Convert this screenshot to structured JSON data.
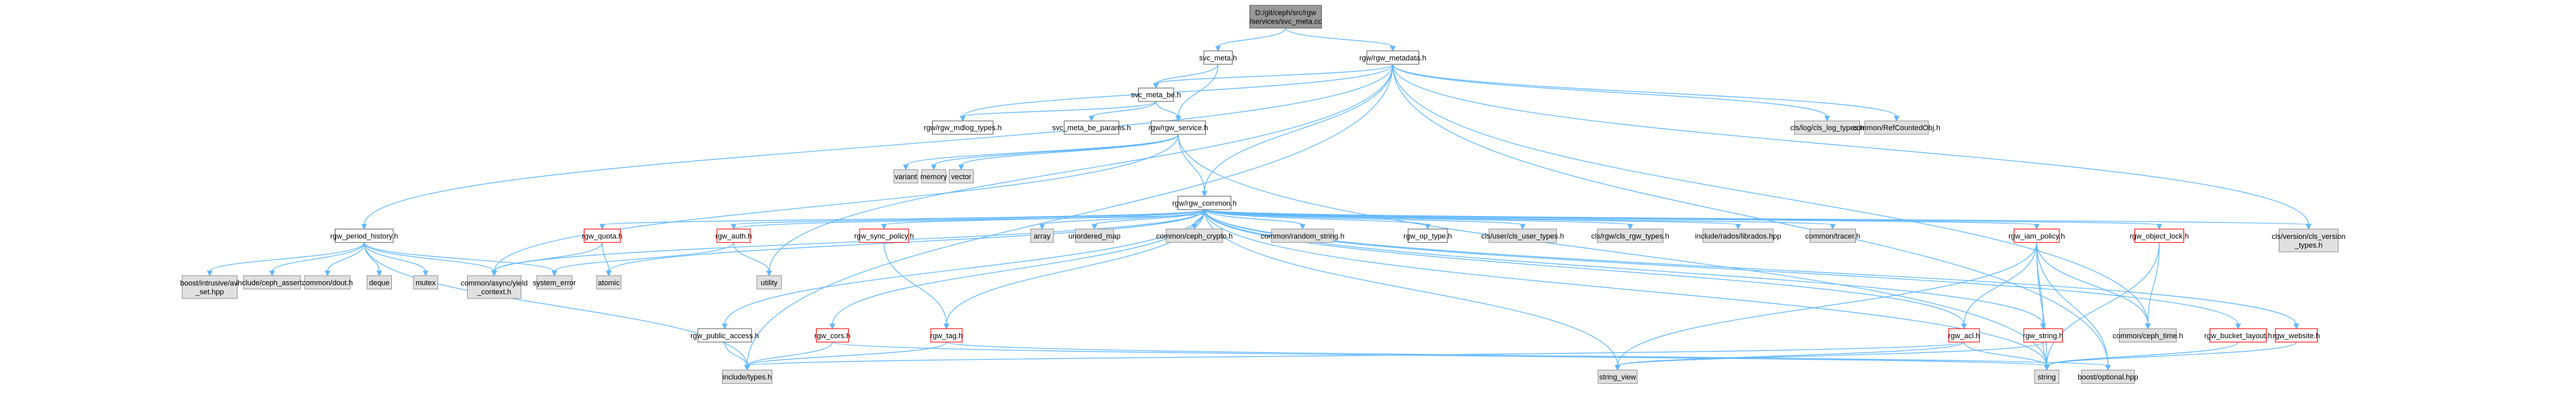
{
  "nodes": [
    {
      "id": "root",
      "lines": [
        "D:/git/ceph/src/rgw",
        "/services/svc_meta.cc"
      ],
      "style": "root"
    },
    {
      "id": "svc_meta_h",
      "lines": [
        "svc_meta.h"
      ],
      "style": "plain"
    },
    {
      "id": "rgw_metadata_h",
      "lines": [
        "rgw/rgw_metadata.h"
      ],
      "style": "plain"
    },
    {
      "id": "svc_meta_be_h",
      "lines": [
        "svc_meta_be.h"
      ],
      "style": "plain"
    },
    {
      "id": "rgw_mdlog_types_h",
      "lines": [
        "rgw/rgw_mdlog_types.h"
      ],
      "style": "plain"
    },
    {
      "id": "svc_meta_be_params_h",
      "lines": [
        "svc_meta_be_params.h"
      ],
      "style": "plain"
    },
    {
      "id": "rgw_service_h",
      "lines": [
        "rgw/rgw_service.h"
      ],
      "style": "plain"
    },
    {
      "id": "variant",
      "lines": [
        "variant"
      ],
      "style": "sys"
    },
    {
      "id": "memory",
      "lines": [
        "memory"
      ],
      "style": "sys"
    },
    {
      "id": "vector",
      "lines": [
        "vector"
      ],
      "style": "sys"
    },
    {
      "id": "rgw_common_h",
      "lines": [
        "rgw/rgw_common.h"
      ],
      "style": "plain"
    },
    {
      "id": "cls_log_types_h",
      "lines": [
        "cls/log/cls_log_types.h"
      ],
      "style": "sys"
    },
    {
      "id": "refcounted_h",
      "lines": [
        "common/RefCountedObj.h"
      ],
      "style": "sys"
    },
    {
      "id": "rgw_period_history_h",
      "lines": [
        "rgw_period_history.h"
      ],
      "style": "plain"
    },
    {
      "id": "rgw_quota_h",
      "lines": [
        "rgw_quota.h"
      ],
      "style": "red"
    },
    {
      "id": "rgw_auth_h",
      "lines": [
        "rgw_auth.h"
      ],
      "style": "red"
    },
    {
      "id": "rgw_sync_policy_h",
      "lines": [
        "rgw_sync_policy.h"
      ],
      "style": "red"
    },
    {
      "id": "array",
      "lines": [
        "array"
      ],
      "style": "sys"
    },
    {
      "id": "unordered_map",
      "lines": [
        "unordered_map"
      ],
      "style": "sys"
    },
    {
      "id": "ceph_crypto_h",
      "lines": [
        "common/ceph_crypto.h"
      ],
      "style": "sys"
    },
    {
      "id": "random_string_h",
      "lines": [
        "common/random_string.h"
      ],
      "style": "sys"
    },
    {
      "id": "rgw_op_type_h",
      "lines": [
        "rgw_op_type.h"
      ],
      "style": "plain"
    },
    {
      "id": "cls_user_types_h",
      "lines": [
        "cls/user/cls_user_types.h"
      ],
      "style": "sys"
    },
    {
      "id": "cls_rgw_types_h",
      "lines": [
        "cls/rgw/cls_rgw_types.h"
      ],
      "style": "sys"
    },
    {
      "id": "librados_hpp",
      "lines": [
        "include/rados/librados.hpp"
      ],
      "style": "sys"
    },
    {
      "id": "tracer_h",
      "lines": [
        "common/tracer.h"
      ],
      "style": "sys"
    },
    {
      "id": "rgw_iam_policy_h",
      "lines": [
        "rgw_iam_policy.h"
      ],
      "style": "red"
    },
    {
      "id": "rgw_object_lock_h",
      "lines": [
        "rgw_object_lock.h"
      ],
      "style": "red"
    },
    {
      "id": "cls_version_types_h",
      "lines": [
        "cls/version/cls_version",
        "_types.h"
      ],
      "style": "sys"
    },
    {
      "id": "intrusive_avl",
      "lines": [
        "boost/intrusive/avl",
        "_set.hpp"
      ],
      "style": "sys"
    },
    {
      "id": "ceph_assert_h",
      "lines": [
        "include/ceph_assert.h"
      ],
      "style": "sys"
    },
    {
      "id": "dout_h",
      "lines": [
        "common/dout.h"
      ],
      "style": "sys"
    },
    {
      "id": "deque",
      "lines": [
        "deque"
      ],
      "style": "sys"
    },
    {
      "id": "mutex",
      "lines": [
        "mutex"
      ],
      "style": "sys"
    },
    {
      "id": "yield_context_h",
      "lines": [
        "common/async/yield",
        "_context.h"
      ],
      "style": "sys"
    },
    {
      "id": "system_error",
      "lines": [
        "system_error"
      ],
      "style": "sys"
    },
    {
      "id": "atomic",
      "lines": [
        "atomic"
      ],
      "style": "sys"
    },
    {
      "id": "utility",
      "lines": [
        "utility"
      ],
      "style": "sys"
    },
    {
      "id": "rgw_public_access_h",
      "lines": [
        "rgw_public_access.h"
      ],
      "style": "plain"
    },
    {
      "id": "rgw_cors_h",
      "lines": [
        "rgw_cors.h"
      ],
      "style": "red"
    },
    {
      "id": "rgw_tag_h",
      "lines": [
        "rgw_tag.h"
      ],
      "style": "red"
    },
    {
      "id": "rgw_acl_h",
      "lines": [
        "rgw_acl.h"
      ],
      "style": "red"
    },
    {
      "id": "rgw_string_h",
      "lines": [
        "rgw_string.h"
      ],
      "style": "red"
    },
    {
      "id": "ceph_time_h",
      "lines": [
        "common/ceph_time.h"
      ],
      "style": "sys"
    },
    {
      "id": "rgw_bucket_layout_h",
      "lines": [
        "rgw_bucket_layout.h"
      ],
      "style": "red"
    },
    {
      "id": "rgw_website_h",
      "lines": [
        "rgw_website.h"
      ],
      "style": "red"
    },
    {
      "id": "include_types_h",
      "lines": [
        "include/types.h"
      ],
      "style": "sys"
    },
    {
      "id": "string_view",
      "lines": [
        "string_view"
      ],
      "style": "sys"
    },
    {
      "id": "string",
      "lines": [
        "string"
      ],
      "style": "sys"
    },
    {
      "id": "boost_optional",
      "lines": [
        "boost/optional.hpp"
      ],
      "style": "sys"
    }
  ],
  "edges": [
    [
      "root",
      "svc_meta_h"
    ],
    [
      "root",
      "rgw_metadata_h"
    ],
    [
      "svc_meta_h",
      "svc_meta_be_h"
    ],
    [
      "svc_meta_h",
      "rgw_service_h"
    ],
    [
      "rgw_metadata_h",
      "svc_meta_be_h"
    ],
    [
      "rgw_metadata_h",
      "rgw_mdlog_types_h"
    ],
    [
      "rgw_metadata_h",
      "rgw_common_h"
    ],
    [
      "rgw_metadata_h",
      "cls_log_types_h"
    ],
    [
      "rgw_metadata_h",
      "refcounted_h"
    ],
    [
      "rgw_metadata_h",
      "rgw_period_history_h"
    ],
    [
      "rgw_metadata_h",
      "cls_version_types_h"
    ],
    [
      "rgw_metadata_h",
      "ceph_time_h"
    ],
    [
      "rgw_metadata_h",
      "include_types_h"
    ],
    [
      "rgw_metadata_h",
      "utility"
    ],
    [
      "rgw_metadata_h",
      "boost_optional"
    ],
    [
      "svc_meta_be_h",
      "svc_meta_be_params_h"
    ],
    [
      "svc_meta_be_h",
      "rgw_mdlog_types_h"
    ],
    [
      "svc_meta_be_h",
      "rgw_service_h"
    ],
    [
      "rgw_service_h",
      "variant"
    ],
    [
      "rgw_service_h",
      "memory"
    ],
    [
      "rgw_service_h",
      "vector"
    ],
    [
      "rgw_service_h",
      "rgw_common_h"
    ],
    [
      "rgw_service_h",
      "yield_context_h"
    ],
    [
      "rgw_service_h",
      "string"
    ],
    [
      "rgw_common_h",
      "rgw_quota_h"
    ],
    [
      "rgw_common_h",
      "rgw_auth_h"
    ],
    [
      "rgw_common_h",
      "rgw_sync_policy_h"
    ],
    [
      "rgw_common_h",
      "array"
    ],
    [
      "rgw_common_h",
      "unordered_map"
    ],
    [
      "rgw_common_h",
      "ceph_crypto_h"
    ],
    [
      "rgw_common_h",
      "random_string_h"
    ],
    [
      "rgw_common_h",
      "rgw_op_type_h"
    ],
    [
      "rgw_common_h",
      "cls_user_types_h"
    ],
    [
      "rgw_common_h",
      "cls_rgw_types_h"
    ],
    [
      "rgw_common_h",
      "librados_hpp"
    ],
    [
      "rgw_common_h",
      "tracer_h"
    ],
    [
      "rgw_common_h",
      "rgw_iam_policy_h"
    ],
    [
      "rgw_common_h",
      "rgw_object_lock_h"
    ],
    [
      "rgw_common_h",
      "cls_version_types_h"
    ],
    [
      "rgw_common_h",
      "rgw_public_access_h"
    ],
    [
      "rgw_common_h",
      "rgw_cors_h"
    ],
    [
      "rgw_common_h",
      "rgw_tag_h"
    ],
    [
      "rgw_common_h",
      "rgw_acl_h"
    ],
    [
      "rgw_common_h",
      "rgw_string_h"
    ],
    [
      "rgw_common_h",
      "rgw_bucket_layout_h"
    ],
    [
      "rgw_common_h",
      "rgw_website_h"
    ],
    [
      "rgw_common_h",
      "yield_context_h"
    ],
    [
      "rgw_common_h",
      "atomic"
    ],
    [
      "rgw_common_h",
      "string_view"
    ],
    [
      "rgw_common_h",
      "string"
    ],
    [
      "rgw_period_history_h",
      "intrusive_avl"
    ],
    [
      "rgw_period_history_h",
      "ceph_assert_h"
    ],
    [
      "rgw_period_history_h",
      "dout_h"
    ],
    [
      "rgw_period_history_h",
      "deque"
    ],
    [
      "rgw_period_history_h",
      "mutex"
    ],
    [
      "rgw_period_history_h",
      "yield_context_h"
    ],
    [
      "rgw_period_history_h",
      "system_error"
    ],
    [
      "rgw_period_history_h",
      "include_types_h"
    ],
    [
      "rgw_quota_h",
      "yield_context_h"
    ],
    [
      "rgw_quota_h",
      "atomic"
    ],
    [
      "rgw_auth_h",
      "rgw_common_h"
    ],
    [
      "rgw_auth_h",
      "system_error"
    ],
    [
      "rgw_auth_h",
      "utility"
    ],
    [
      "rgw_sync_policy_h",
      "rgw_tag_h"
    ],
    [
      "rgw_public_access_h",
      "include_types_h"
    ],
    [
      "rgw_cors_h",
      "include_types_h"
    ],
    [
      "rgw_cors_h",
      "string"
    ],
    [
      "rgw_tag_h",
      "include_types_h"
    ],
    [
      "rgw_tag_h",
      "boost_optional"
    ],
    [
      "rgw_iam_policy_h",
      "rgw_acl_h"
    ],
    [
      "rgw_iam_policy_h",
      "rgw_string_h"
    ],
    [
      "rgw_iam_policy_h",
      "ceph_time_h"
    ],
    [
      "rgw_iam_policy_h",
      "string_view"
    ],
    [
      "rgw_iam_policy_h",
      "string"
    ],
    [
      "rgw_iam_policy_h",
      "boost_optional"
    ],
    [
      "rgw_object_lock_h",
      "ceph_time_h"
    ],
    [
      "rgw_object_lock_h",
      "string"
    ],
    [
      "rgw_acl_h",
      "include_types_h"
    ],
    [
      "rgw_acl_h",
      "string_view"
    ],
    [
      "rgw_acl_h",
      "string"
    ],
    [
      "rgw_string_h",
      "string_view"
    ],
    [
      "rgw_string_h",
      "string"
    ],
    [
      "rgw_bucket_layout_h",
      "string"
    ],
    [
      "rgw_website_h",
      "string"
    ]
  ]
}
